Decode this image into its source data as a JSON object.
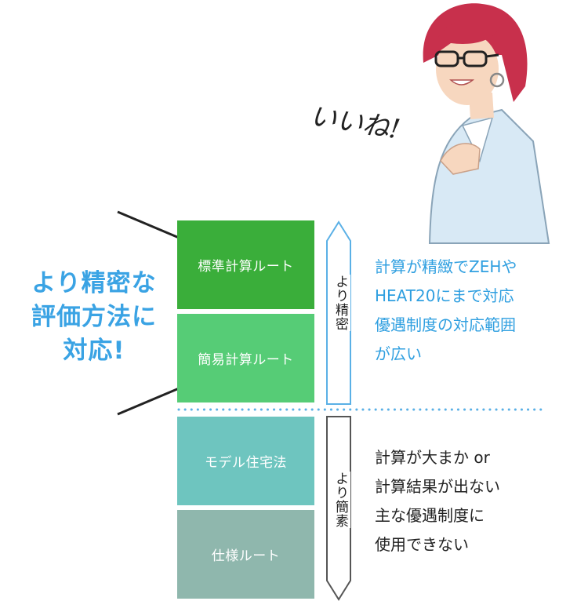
{
  "callout": {
    "lines": [
      "より精密な",
      "評価方法に",
      "対応!"
    ]
  },
  "routes": [
    {
      "label": "標準計算ルート",
      "color": "#3aae3a"
    },
    {
      "label": "簡易計算ルート",
      "color": "#56cc76"
    },
    {
      "label": "モデル住宅法",
      "color": "#6ec5bf"
    },
    {
      "label": "仕様ルート",
      "color": "#8fb7ad"
    }
  ],
  "arrows": {
    "up_label": "より精密",
    "down_label": "より簡素"
  },
  "precise_desc": {
    "lines": [
      "計算が精緻でZEHや",
      "HEAT20にまで対応",
      "優遇制度の対応範囲",
      "が広い"
    ]
  },
  "simple_desc": {
    "lines": [
      "計算が大まか or",
      "計算結果が出ない",
      "主な優遇制度に",
      "使用できない"
    ]
  },
  "speech": "いいね!",
  "colors": {
    "accent_blue": "#3aa3e4",
    "arrow_blue": "#5ab0e6",
    "arrow_gray": "#555555",
    "dot_line": "#5ab0e6"
  }
}
